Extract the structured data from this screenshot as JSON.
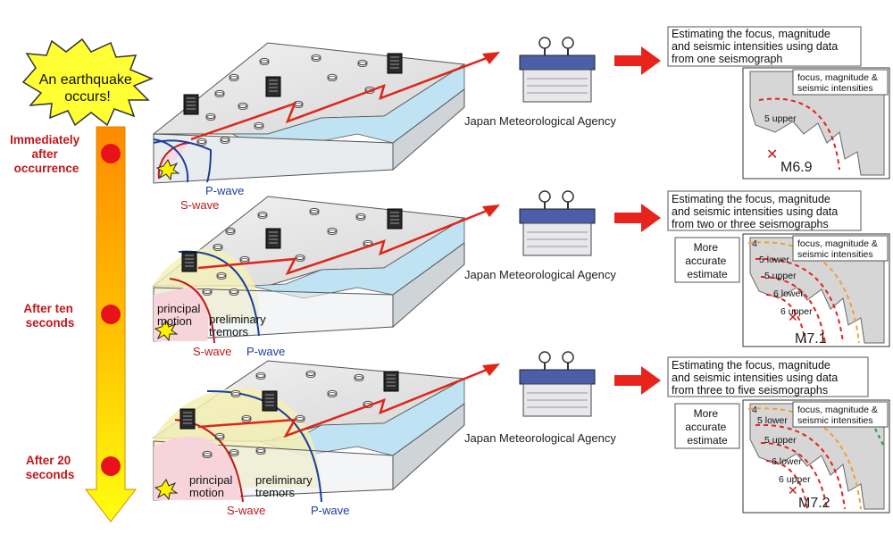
{
  "timeline": {
    "start_label": [
      "An earthquake",
      "occurs!"
    ],
    "stages": [
      {
        "label": [
          "Immediately",
          "after",
          "occurrence"
        ]
      },
      {
        "label": [
          "After ten",
          "seconds"
        ]
      },
      {
        "label": [
          "After 20",
          "seconds"
        ]
      }
    ]
  },
  "blocks": [
    {
      "s_wave": "S-wave",
      "p_wave": "P-wave",
      "principal": [],
      "preliminary": []
    },
    {
      "s_wave": "S-wave",
      "p_wave": "P-wave",
      "principal": [
        "principal",
        "motion"
      ],
      "preliminary": [
        "preliminary",
        "tremors"
      ]
    },
    {
      "s_wave": "S-wave",
      "p_wave": "P-wave",
      "principal": [
        "principal",
        "motion"
      ],
      "preliminary": [
        "preliminary",
        "tremors"
      ]
    }
  ],
  "agency_label": "Japan Meteorological Agency",
  "results": [
    {
      "estimate_text": [
        "Estimating the focus, magnitude",
        "and seismic intensities using data",
        "from one seismograph"
      ],
      "accuracy_note": [],
      "map_caption": [
        "focus, magnitude &",
        "seismic intensities"
      ],
      "intensity_labels": [
        "5 upper"
      ],
      "magnitude": "M6.9"
    },
    {
      "estimate_text": [
        "Estimating the focus, magnitude",
        "and seismic intensities using data",
        "from two or three seismographs"
      ],
      "accuracy_note": [
        "More",
        "accurate",
        "estimate"
      ],
      "map_caption": [
        "focus, magnitude &",
        "seismic intensities"
      ],
      "intensity_labels": [
        "4",
        "5 lower",
        "5 upper",
        "6 lower",
        "6 upper"
      ],
      "magnitude": "M7.1"
    },
    {
      "estimate_text": [
        "Estimating the focus, magnitude",
        "and seismic intensities using data",
        "from three to five seismographs"
      ],
      "accuracy_note": [
        "More",
        "accurate",
        "estimate"
      ],
      "map_caption": [
        "focus, magnitude &",
        "seismic intensities"
      ],
      "intensity_labels": [
        "4",
        "5 lower",
        "5 upper",
        "6 lower",
        "6 upper"
      ],
      "magnitude": "M7.2"
    }
  ],
  "colors": {
    "timeline_top": "#ff8c00",
    "timeline_bottom": "#ffff00",
    "dot": "#e8121b",
    "arrow": "#e8231b",
    "s_wave": "#c0171b",
    "p_wave": "#1b3f9e",
    "burst": "#fff200"
  }
}
